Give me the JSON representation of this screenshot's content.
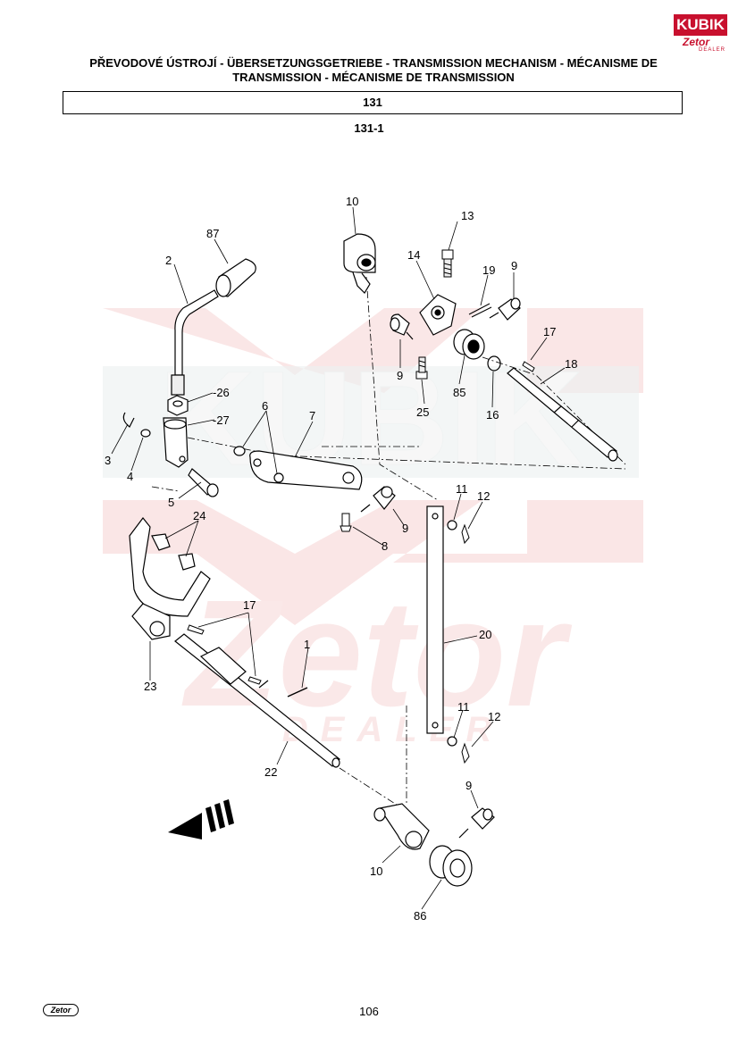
{
  "header": {
    "logo_brand": "KUBIK",
    "logo_sub": "Zetor",
    "logo_dealer": "DEALER",
    "title_line1": "PŘEVODOVÉ ÚSTROJÍ - ÜBERSETZUNGSGETRIEBE - TRANSMISSION MECHANISM - MÉCANISME DE",
    "title_line2": "TRANSMISSION - MÉCANISME DE TRANSMISSION",
    "section": "131",
    "figure": "131-1"
  },
  "watermark": {
    "top": "KUBIK",
    "middle": "Zetor",
    "bottom": "DEALER",
    "color": "#f4c9c9"
  },
  "part_labels": {
    "p10a": "10",
    "p13": "13",
    "p87": "87",
    "p14": "14",
    "p2": "2",
    "p19": "19",
    "p9a": "9",
    "p9b": "9",
    "p17a": "17",
    "p18": "18",
    "p85": "85",
    "p16": "16",
    "p25": "25",
    "p26": "-26",
    "p27": "-27",
    "p6": "6",
    "p7": "7",
    "p3": "3",
    "p4": "4",
    "p5": "5",
    "p11a": "11",
    "p12a": "12",
    "p9c": "9",
    "p8": "8",
    "p24": "24",
    "p17b": "17",
    "p20": "20",
    "p1": "1",
    "p23": "23",
    "p11b": "11",
    "p12b": "12",
    "p22": "22",
    "p9d": "9",
    "p10b": "10",
    "p86": "86"
  },
  "footer": {
    "page_number": "106",
    "logo": "Zetor"
  }
}
